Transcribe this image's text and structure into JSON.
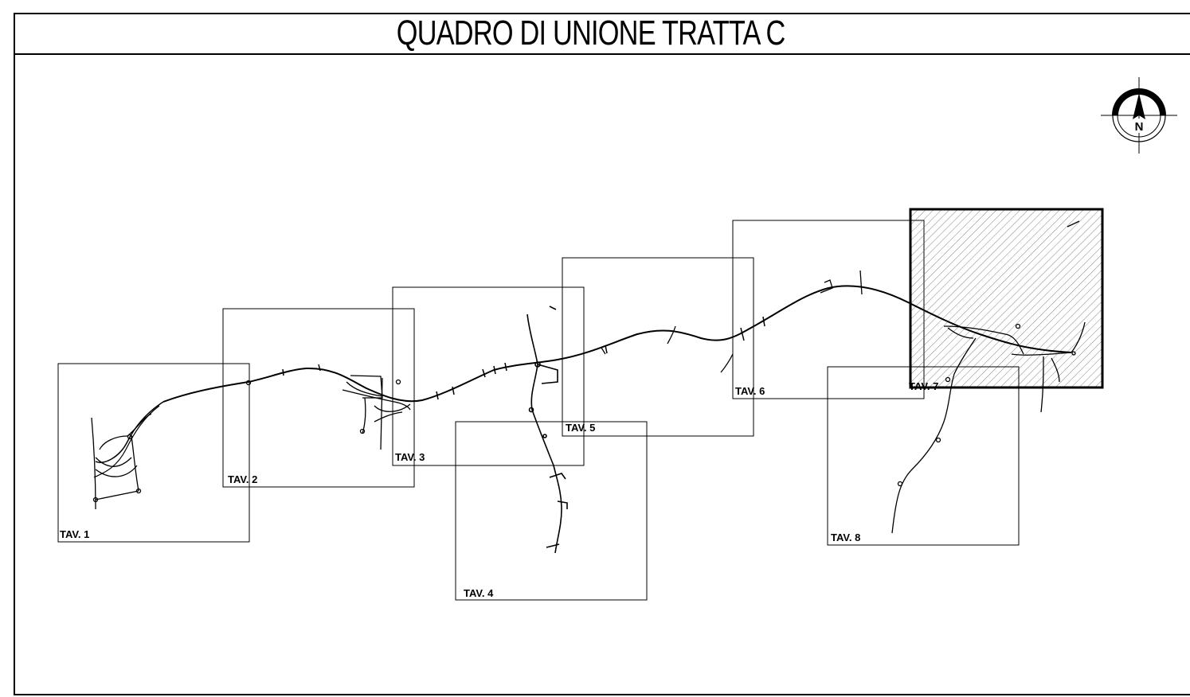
{
  "title": "QUADRO DI UNIONE TRATTA C",
  "sheets": [
    {
      "label": "TAV. 1"
    },
    {
      "label": "TAV. 2"
    },
    {
      "label": "TAV. 3"
    },
    {
      "label": "TAV. 4"
    },
    {
      "label": "TAV. 5"
    },
    {
      "label": "TAV. 6"
    },
    {
      "label": "TAV. 7",
      "highlighted": true
    },
    {
      "label": "TAV. 8"
    }
  ],
  "north_arrow": {
    "label": "N",
    "icon": "north-arrow-icon"
  },
  "colors": {
    "line": "#000000",
    "background": "#ffffff",
    "hatch": "#555555"
  }
}
